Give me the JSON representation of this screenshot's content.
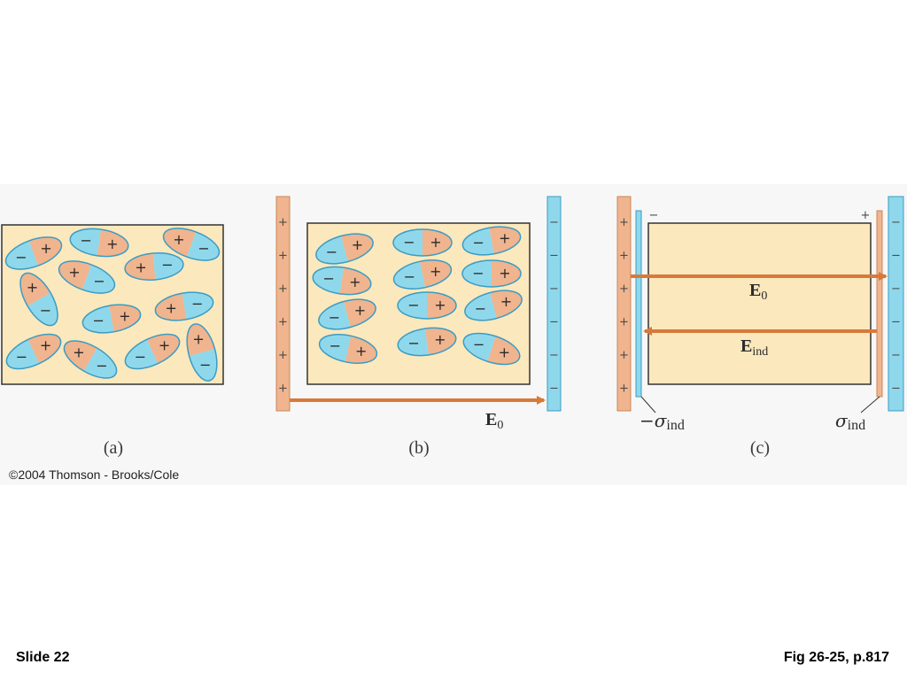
{
  "colors": {
    "dielectric_fill": "#fbe8bd",
    "positive_plate": "#f0b48e",
    "negative_plate": "#8fd8ec",
    "molecule_blue": "#8fd8ec",
    "molecule_orange": "#f0b48e",
    "molecule_outline": "#3a9cc4",
    "arrow": "#d8793a"
  },
  "panels": {
    "a": {
      "label": "(a)"
    },
    "b": {
      "label": "(b)",
      "field_label": "E",
      "field_sub": "0"
    },
    "c": {
      "label": "(c)",
      "field1_label": "E",
      "field1_sub": "0",
      "field2_label": "E",
      "field2_sub": "ind",
      "left_sigma": "−σ",
      "left_sigma_sub": "ind",
      "right_sigma": "σ",
      "right_sigma_sub": "ind"
    }
  },
  "symbols": {
    "plus": "+",
    "minus": "−"
  },
  "copyright": "©2004 Thomson - Brooks/Cole",
  "footer": {
    "slide": "Slide 22",
    "figure_ref": "Fig 26-25, p.817"
  }
}
